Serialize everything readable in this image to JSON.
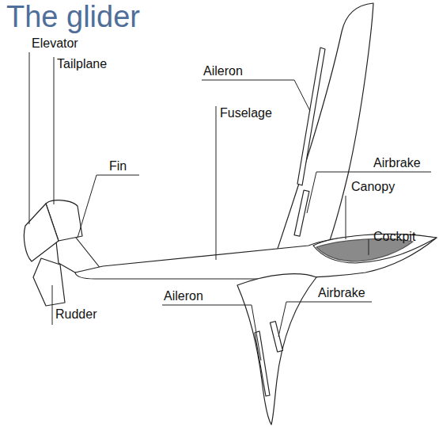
{
  "diagram": {
    "title": "The glider",
    "labels": [
      "Aileron",
      "Elevator",
      "Airbrake",
      "Tailplane",
      "Canopy",
      "Fuselage",
      "Fin",
      "Cockpit",
      "Aileron",
      "Airbrake",
      "Rudder"
    ]
  }
}
